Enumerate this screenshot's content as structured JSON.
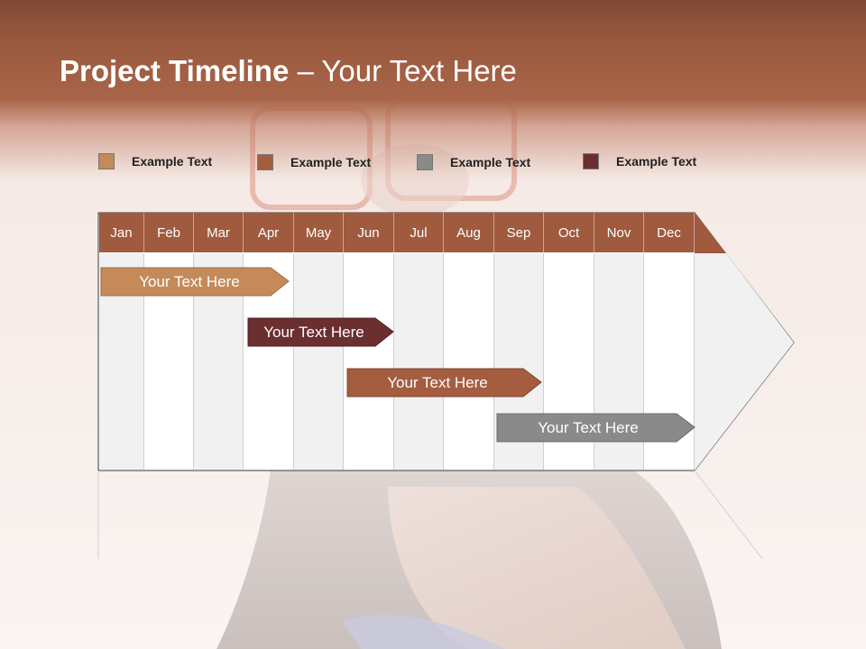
{
  "title": {
    "bold": "Project Timeline",
    "rest": " – Your Text Here"
  },
  "legend": [
    {
      "label": "Example Text",
      "color": "#c48a5a"
    },
    {
      "label": "Example Text",
      "color": "#a55d40"
    },
    {
      "label": "Example Text",
      "color": "#8a8a8a"
    },
    {
      "label": "Example Text",
      "color": "#6b2f2f"
    }
  ],
  "months": [
    "Jan",
    "Feb",
    "Mar",
    "Apr",
    "May",
    "Jun",
    "Jul",
    "Aug",
    "Sep",
    "Oct",
    "Nov",
    "Dec"
  ],
  "tasks": [
    {
      "label": "Your  Text Here",
      "color": "#c48a5a"
    },
    {
      "label": "Your  Text Here",
      "color": "#6b2f2f"
    },
    {
      "label": "Your  Text Here",
      "color": "#a55d40"
    },
    {
      "label": "Your  Text Here",
      "color": "#8a8a8a"
    }
  ],
  "colors": {
    "header": "#a05a3e",
    "stripe_light": "#f1f1f1",
    "stripe_white": "#ffffff"
  }
}
